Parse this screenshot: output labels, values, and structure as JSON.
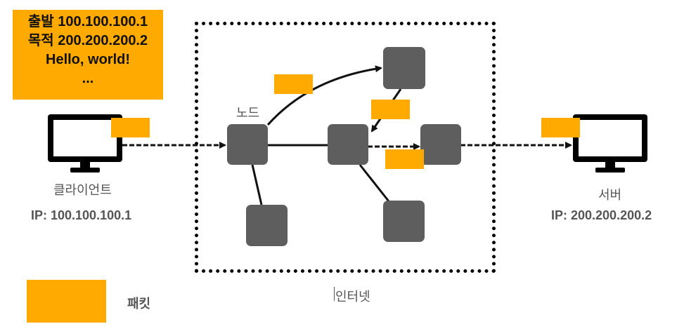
{
  "packet_info": {
    "line1": "출발 100.100.100.1",
    "line2": "목적 200.200.200.2",
    "line3": "Hello, world!",
    "line4": "..."
  },
  "client": {
    "label": "클라이언트",
    "ip": "IP: 100.100.100.1"
  },
  "server": {
    "label": "서버",
    "ip": "IP: 200.200.200.2"
  },
  "node_label": "노드",
  "internet_label": "인터넷",
  "legend": {
    "label": "패킷"
  },
  "colors": {
    "packet": "#FFAA00",
    "node": "#5E5E5E",
    "line": "#111111",
    "label_text": "#555555"
  },
  "icons": {
    "computer": "monitor-icon"
  }
}
